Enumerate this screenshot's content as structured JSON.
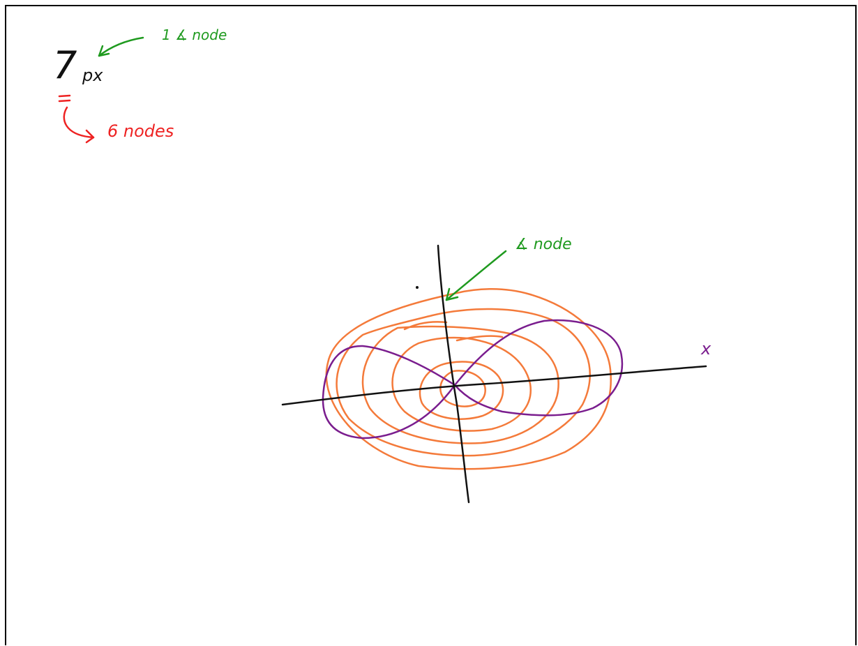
{
  "notes": {
    "big_number": "7",
    "subscript": "px",
    "top_annotation": "1 ∡ node",
    "nodes_annotation": "6 nodes",
    "axis_annotation": "∡ node",
    "axis_label": "x"
  },
  "colors": {
    "ink": "#111111",
    "green": "#1f9a1f",
    "red": "#ee2222",
    "orange": "#f47a3a",
    "purple": "#7a1d8e"
  }
}
